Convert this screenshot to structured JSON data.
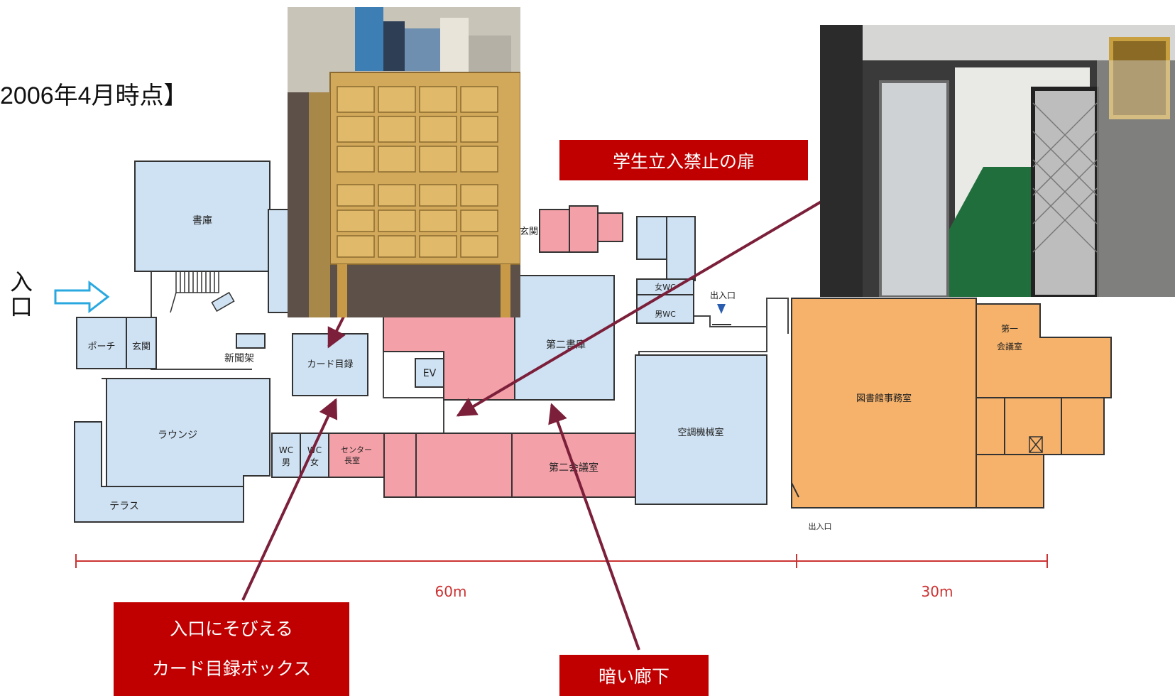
{
  "title": "2006年4月時点】",
  "entrance": {
    "char1": "入",
    "char2": "口"
  },
  "rooms": {
    "stacks": "書庫",
    "porch": "ポーチ",
    "front_entry_left": "玄関",
    "front_entry_top": "玄関",
    "newspaper_rack": "新聞架",
    "card_catalog": "カード目録",
    "ev": "EV",
    "second_stacks": "第二書庫",
    "womens_wc": "女WC",
    "mens_wc": "男WC",
    "exit_top": "出入口",
    "first_meeting_room_1": "第一",
    "first_meeting_room_2": "会議室",
    "library_office": "図書館事務室",
    "hvac_room": "空調機械室",
    "lounge": "ラウンジ",
    "wc_men_1": "WC",
    "wc_men_2": "男",
    "wc_women_1": "WC",
    "wc_women_2": "女",
    "director_1": "センター",
    "director_2": "長室",
    "second_meeting_room": "第二会議室",
    "terrace": "テラス",
    "exit_bottom": "出入口"
  },
  "scale": {
    "label_60": "60m",
    "label_30": "30m"
  },
  "callouts": {
    "student_door": "学生立入禁止の扉",
    "card_box_line1": "入口にそびえる",
    "card_box_line2": "カード目録ボックス",
    "dark_corridor": "暗い廊下"
  },
  "colors": {
    "blue_room": "#cfe2f3",
    "pink_room": "#f4a0a8",
    "orange_room": "#f6b26b",
    "scale_red": "#cc3333",
    "callout_red": "#c00000",
    "arrow": "#7b1f3a",
    "entrance_arrow": "#29a8e0"
  }
}
